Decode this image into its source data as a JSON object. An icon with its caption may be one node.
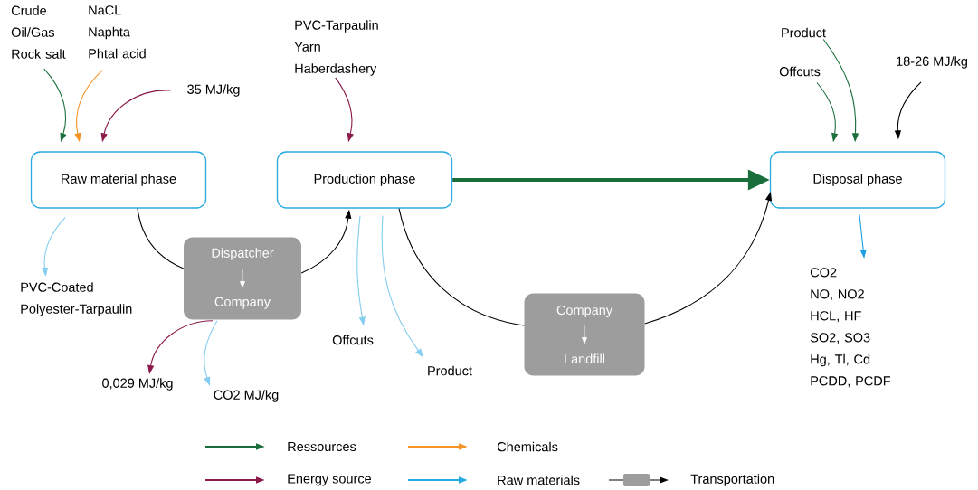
{
  "diagram": {
    "nodes": [
      {
        "text": [
          "Crude Oil/Gas",
          "Rock salt"
        ]
      },
      {
        "text": [
          "NaCL",
          "Naphta",
          "Phtal acid"
        ]
      },
      {
        "text": [
          "35 MJ/kg"
        ]
      },
      {
        "text": [
          "Raw material phase"
        ]
      },
      {
        "text": [
          "PVC-Tarpaulin",
          "Yarn",
          "Haberdashery"
        ]
      },
      {
        "text": [
          "Production phase"
        ]
      },
      {
        "text": [
          "Product"
        ]
      },
      {
        "text": [
          "Offcuts"
        ]
      },
      {
        "text": [
          "18-26 MJ/kg"
        ]
      },
      {
        "text": [
          "Disposal phase"
        ]
      },
      {
        "text": [
          "PVC-Coated Polyester-Tarpaulin"
        ]
      },
      {
        "text": [
          "Dispatcher",
          "Company"
        ]
      },
      {
        "text": [
          "0,029 MJ/kg"
        ]
      },
      {
        "text": [
          "CO2 MJ/kg"
        ]
      },
      {
        "text": [
          "Offcuts"
        ]
      },
      {
        "text": [
          "Product"
        ]
      },
      {
        "text": [
          "Company",
          "Landfill"
        ]
      },
      {
        "text": [
          "CO2",
          "NO, NO2",
          "HCL, HF",
          "SO2, SO3",
          "Hg, Tl, Cd",
          "PCDD, PCDF"
        ]
      }
    ],
    "edges": [
      {
        "from": 0,
        "to": 3,
        "arrow": "to",
        "color": "#1a6e3c"
      },
      {
        "from": 1,
        "to": 3,
        "arrow": "to",
        "color": "#f39325"
      },
      {
        "from": 2,
        "to": 3,
        "arrow": "to",
        "color": "#8b1a4a"
      },
      {
        "from": 4,
        "to": 5,
        "arrow": "to",
        "color": "#8b1a4a"
      },
      {
        "from": 7,
        "to": 9,
        "arrow": "to",
        "color": "#1a6e3c"
      },
      {
        "from": 6,
        "to": 9,
        "arrow": "to",
        "color": "#1a6e3c"
      },
      {
        "from": 8,
        "to": 9,
        "arrow": "to"
      },
      {
        "from": 5,
        "to": 9,
        "arrow": "to",
        "style": "thick",
        "color": "#1a6e3c"
      },
      {
        "from": 3,
        "to": 10,
        "arrow": "to",
        "color": "#86cdef"
      },
      {
        "from": 3,
        "to": 11,
        "arrow": "none"
      },
      {
        "from": 11,
        "to": 5,
        "arrow": "to"
      },
      {
        "from": 11,
        "to": 12,
        "arrow": "to",
        "color": "#8b1a4a"
      },
      {
        "from": 11,
        "to": 13,
        "arrow": "to",
        "color": "#86cdef"
      },
      {
        "from": 5,
        "to": 14,
        "arrow": "to",
        "color": "#86cdef"
      },
      {
        "from": 5,
        "to": 15,
        "arrow": "to",
        "color": "#86cdef"
      },
      {
        "from": 5,
        "to": 16,
        "arrow": "none"
      },
      {
        "from": 16,
        "to": 9,
        "arrow": "to"
      },
      {
        "from": 9,
        "to": 17,
        "arrow": "to",
        "color": "#1ea0e0"
      }
    ],
    "legend": [
      {
        "text": "Ressources",
        "color": "#1a6e3c"
      },
      {
        "text": "Chemicals",
        "color": "#f39325"
      },
      {
        "text": "Energy source",
        "color": "#8b1a4a"
      },
      {
        "text": "Raw materials",
        "color": "#29a9e1"
      },
      {
        "text": "Transportation"
      }
    ]
  }
}
